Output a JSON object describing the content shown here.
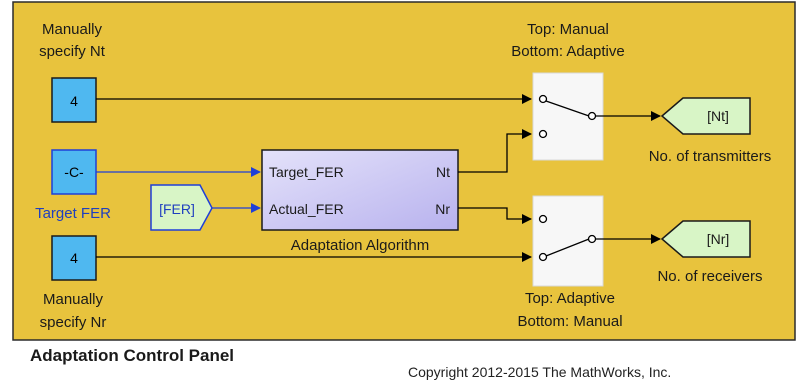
{
  "subsystem": {
    "panel_title": "Adaptation Control Panel",
    "copyright": "Copyright 2012-2015 The MathWorks, Inc.",
    "colors": {
      "area_fill": "#E8C33D",
      "area_border": "#2b2b2b",
      "constant_block": "#4FB8F0",
      "algorithm_block": "#C9C5F0",
      "tag_fill": "#D8F5C6",
      "switch_fill": "#F7F7F7",
      "label_blue": "#1f3fbf"
    }
  },
  "blocks": {
    "nt_constant": {
      "value": "4",
      "label_line1": "Manually",
      "label_line2": "specify Nt"
    },
    "target_fer": {
      "value": "-C-",
      "label": "Target FER"
    },
    "fer_from": {
      "value": "[FER]"
    },
    "nr_constant": {
      "value": "4",
      "label_line1": "Manually",
      "label_line2": "specify Nr"
    },
    "algorithm": {
      "name": "Adaptation Algorithm",
      "in1": "Target_FER",
      "in2": "Actual_FER",
      "out1": "Nt",
      "out2": "Nr"
    },
    "switch_top": {
      "label_line1": "Top: Manual",
      "label_line2": "Bottom: Adaptive"
    },
    "switch_bottom": {
      "label_line1": "Top: Adaptive",
      "label_line2": "Bottom: Manual"
    },
    "goto_nt": {
      "tag": "[Nt]",
      "label": "No. of transmitters"
    },
    "goto_nr": {
      "tag": "[Nr]",
      "label": "No. of receivers"
    }
  }
}
